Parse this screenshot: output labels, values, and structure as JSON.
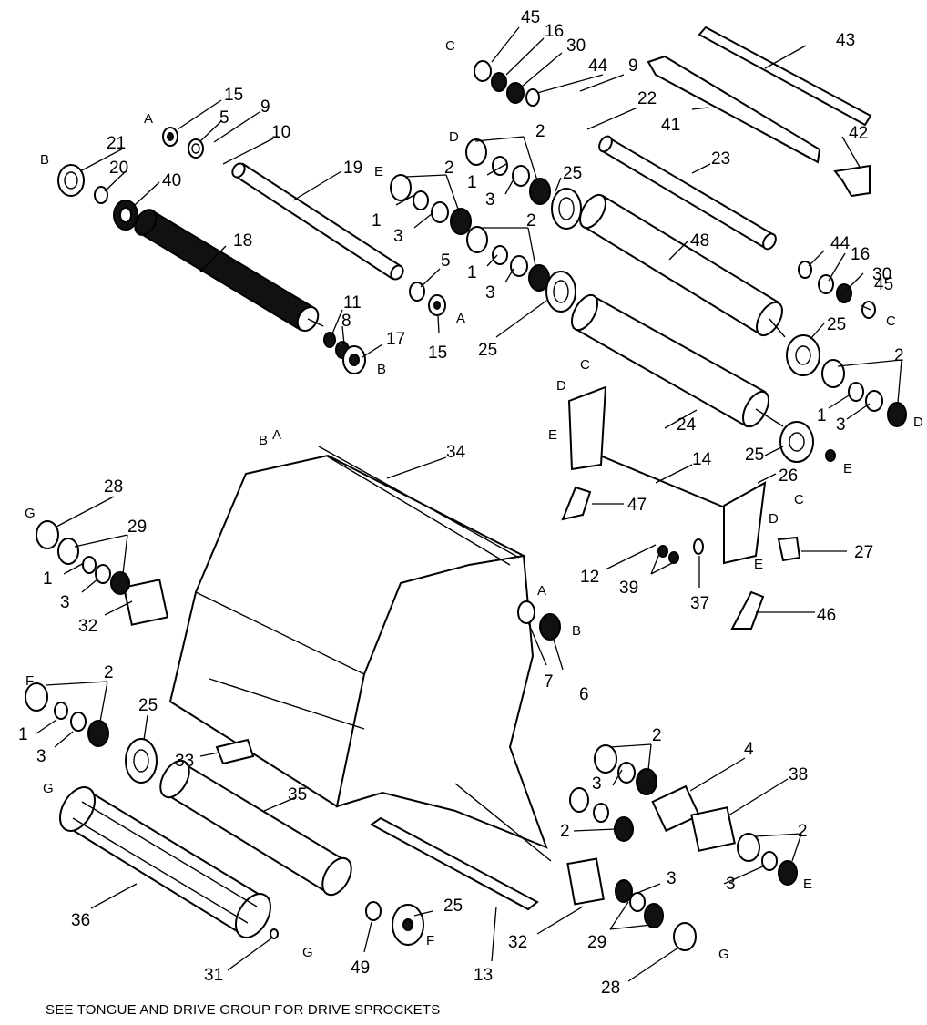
{
  "footnote": "SEE TONGUE AND DRIVE GROUP FOR DRIVE SPROCKETS",
  "parts": [
    {
      "id": "p45a",
      "text": "45"
    },
    {
      "id": "p16a",
      "text": "16"
    },
    {
      "id": "p30a",
      "text": "30"
    },
    {
      "id": "p44a",
      "text": "44"
    },
    {
      "id": "p9a",
      "text": "9"
    },
    {
      "id": "p43",
      "text": "43"
    },
    {
      "id": "p22",
      "text": "22"
    },
    {
      "id": "p41",
      "text": "41"
    },
    {
      "id": "p15a",
      "text": "15"
    },
    {
      "id": "p5a",
      "text": "5"
    },
    {
      "id": "p9b",
      "text": "9"
    },
    {
      "id": "p10",
      "text": "10"
    },
    {
      "id": "p21",
      "text": "21"
    },
    {
      "id": "p20",
      "text": "20"
    },
    {
      "id": "p40",
      "text": "40"
    },
    {
      "id": "p19",
      "text": "19"
    },
    {
      "id": "p2a",
      "text": "2"
    },
    {
      "id": "p1a",
      "text": "1"
    },
    {
      "id": "p3a",
      "text": "3"
    },
    {
      "id": "p2b",
      "text": "2"
    },
    {
      "id": "p25a",
      "text": "25"
    },
    {
      "id": "p23",
      "text": "23"
    },
    {
      "id": "p42",
      "text": "42"
    },
    {
      "id": "p1b",
      "text": "1"
    },
    {
      "id": "p3b",
      "text": "3"
    },
    {
      "id": "p2c",
      "text": "2"
    },
    {
      "id": "p18",
      "text": "18"
    },
    {
      "id": "p48",
      "text": "48"
    },
    {
      "id": "p44b",
      "text": "44"
    },
    {
      "id": "p16b",
      "text": "16"
    },
    {
      "id": "p30b",
      "text": "30"
    },
    {
      "id": "p45b",
      "text": "45"
    },
    {
      "id": "p5b",
      "text": "5"
    },
    {
      "id": "p1c",
      "text": "1"
    },
    {
      "id": "p3c",
      "text": "3"
    },
    {
      "id": "p11",
      "text": "11"
    },
    {
      "id": "p8",
      "text": "8"
    },
    {
      "id": "p17",
      "text": "17"
    },
    {
      "id": "p15b",
      "text": "15"
    },
    {
      "id": "p25b",
      "text": "25"
    },
    {
      "id": "p25c",
      "text": "25"
    },
    {
      "id": "p2d",
      "text": "2"
    },
    {
      "id": "p1d",
      "text": "1"
    },
    {
      "id": "p3d",
      "text": "3"
    },
    {
      "id": "p24",
      "text": "24"
    },
    {
      "id": "p25d",
      "text": "25"
    },
    {
      "id": "p34",
      "text": "34"
    },
    {
      "id": "p14",
      "text": "14"
    },
    {
      "id": "p26",
      "text": "26"
    },
    {
      "id": "p28a",
      "text": "28"
    },
    {
      "id": "p29a",
      "text": "29"
    },
    {
      "id": "p47",
      "text": "47"
    },
    {
      "id": "p27",
      "text": "27"
    },
    {
      "id": "p1e",
      "text": "1"
    },
    {
      "id": "p3e",
      "text": "3"
    },
    {
      "id": "p12",
      "text": "12"
    },
    {
      "id": "p39",
      "text": "39"
    },
    {
      "id": "p37",
      "text": "37"
    },
    {
      "id": "p32a",
      "text": "32"
    },
    {
      "id": "p46",
      "text": "46"
    },
    {
      "id": "p7",
      "text": "7"
    },
    {
      "id": "p6",
      "text": "6"
    },
    {
      "id": "p2e",
      "text": "2"
    },
    {
      "id": "p1f",
      "text": "1"
    },
    {
      "id": "p3f",
      "text": "3"
    },
    {
      "id": "p25e",
      "text": "25"
    },
    {
      "id": "p2f",
      "text": "2"
    },
    {
      "id": "p33",
      "text": "33"
    },
    {
      "id": "p4",
      "text": "4"
    },
    {
      "id": "p3g",
      "text": "3"
    },
    {
      "id": "p38",
      "text": "38"
    },
    {
      "id": "p35",
      "text": "35"
    },
    {
      "id": "p2g",
      "text": "2"
    },
    {
      "id": "p2h",
      "text": "2"
    },
    {
      "id": "p3h",
      "text": "3"
    },
    {
      "id": "p3i",
      "text": "3"
    },
    {
      "id": "p36",
      "text": "36"
    },
    {
      "id": "p25f",
      "text": "25"
    },
    {
      "id": "p32b",
      "text": "32"
    },
    {
      "id": "p29b",
      "text": "29"
    },
    {
      "id": "p31",
      "text": "31"
    },
    {
      "id": "p49",
      "text": "49"
    },
    {
      "id": "p13",
      "text": "13"
    },
    {
      "id": "p28b",
      "text": "28"
    }
  ],
  "letters": [
    {
      "id": "lC1",
      "text": "C"
    },
    {
      "id": "lA1",
      "text": "A"
    },
    {
      "id": "lB1",
      "text": "B"
    },
    {
      "id": "lD1",
      "text": "D"
    },
    {
      "id": "lE1",
      "text": "E"
    },
    {
      "id": "lA2",
      "text": "A"
    },
    {
      "id": "lB2",
      "text": "B"
    },
    {
      "id": "lC2",
      "text": "C"
    },
    {
      "id": "lC3",
      "text": "C"
    },
    {
      "id": "lD2",
      "text": "D"
    },
    {
      "id": "lD3",
      "text": "D"
    },
    {
      "id": "lE2",
      "text": "E"
    },
    {
      "id": "lB3",
      "text": "B"
    },
    {
      "id": "lA3",
      "text": "A"
    },
    {
      "id": "lE3",
      "text": "E"
    },
    {
      "id": "lC4",
      "text": "C"
    },
    {
      "id": "lG1",
      "text": "G"
    },
    {
      "id": "lD4",
      "text": "D"
    },
    {
      "id": "lE4",
      "text": "E"
    },
    {
      "id": "lA4",
      "text": "A"
    },
    {
      "id": "lB4",
      "text": "B"
    },
    {
      "id": "lF1",
      "text": "F"
    },
    {
      "id": "lE5",
      "text": "E"
    },
    {
      "id": "lG2",
      "text": "G"
    },
    {
      "id": "lG3",
      "text": "G"
    },
    {
      "id": "lF2",
      "text": "F"
    },
    {
      "id": "lG4",
      "text": "G"
    }
  ]
}
